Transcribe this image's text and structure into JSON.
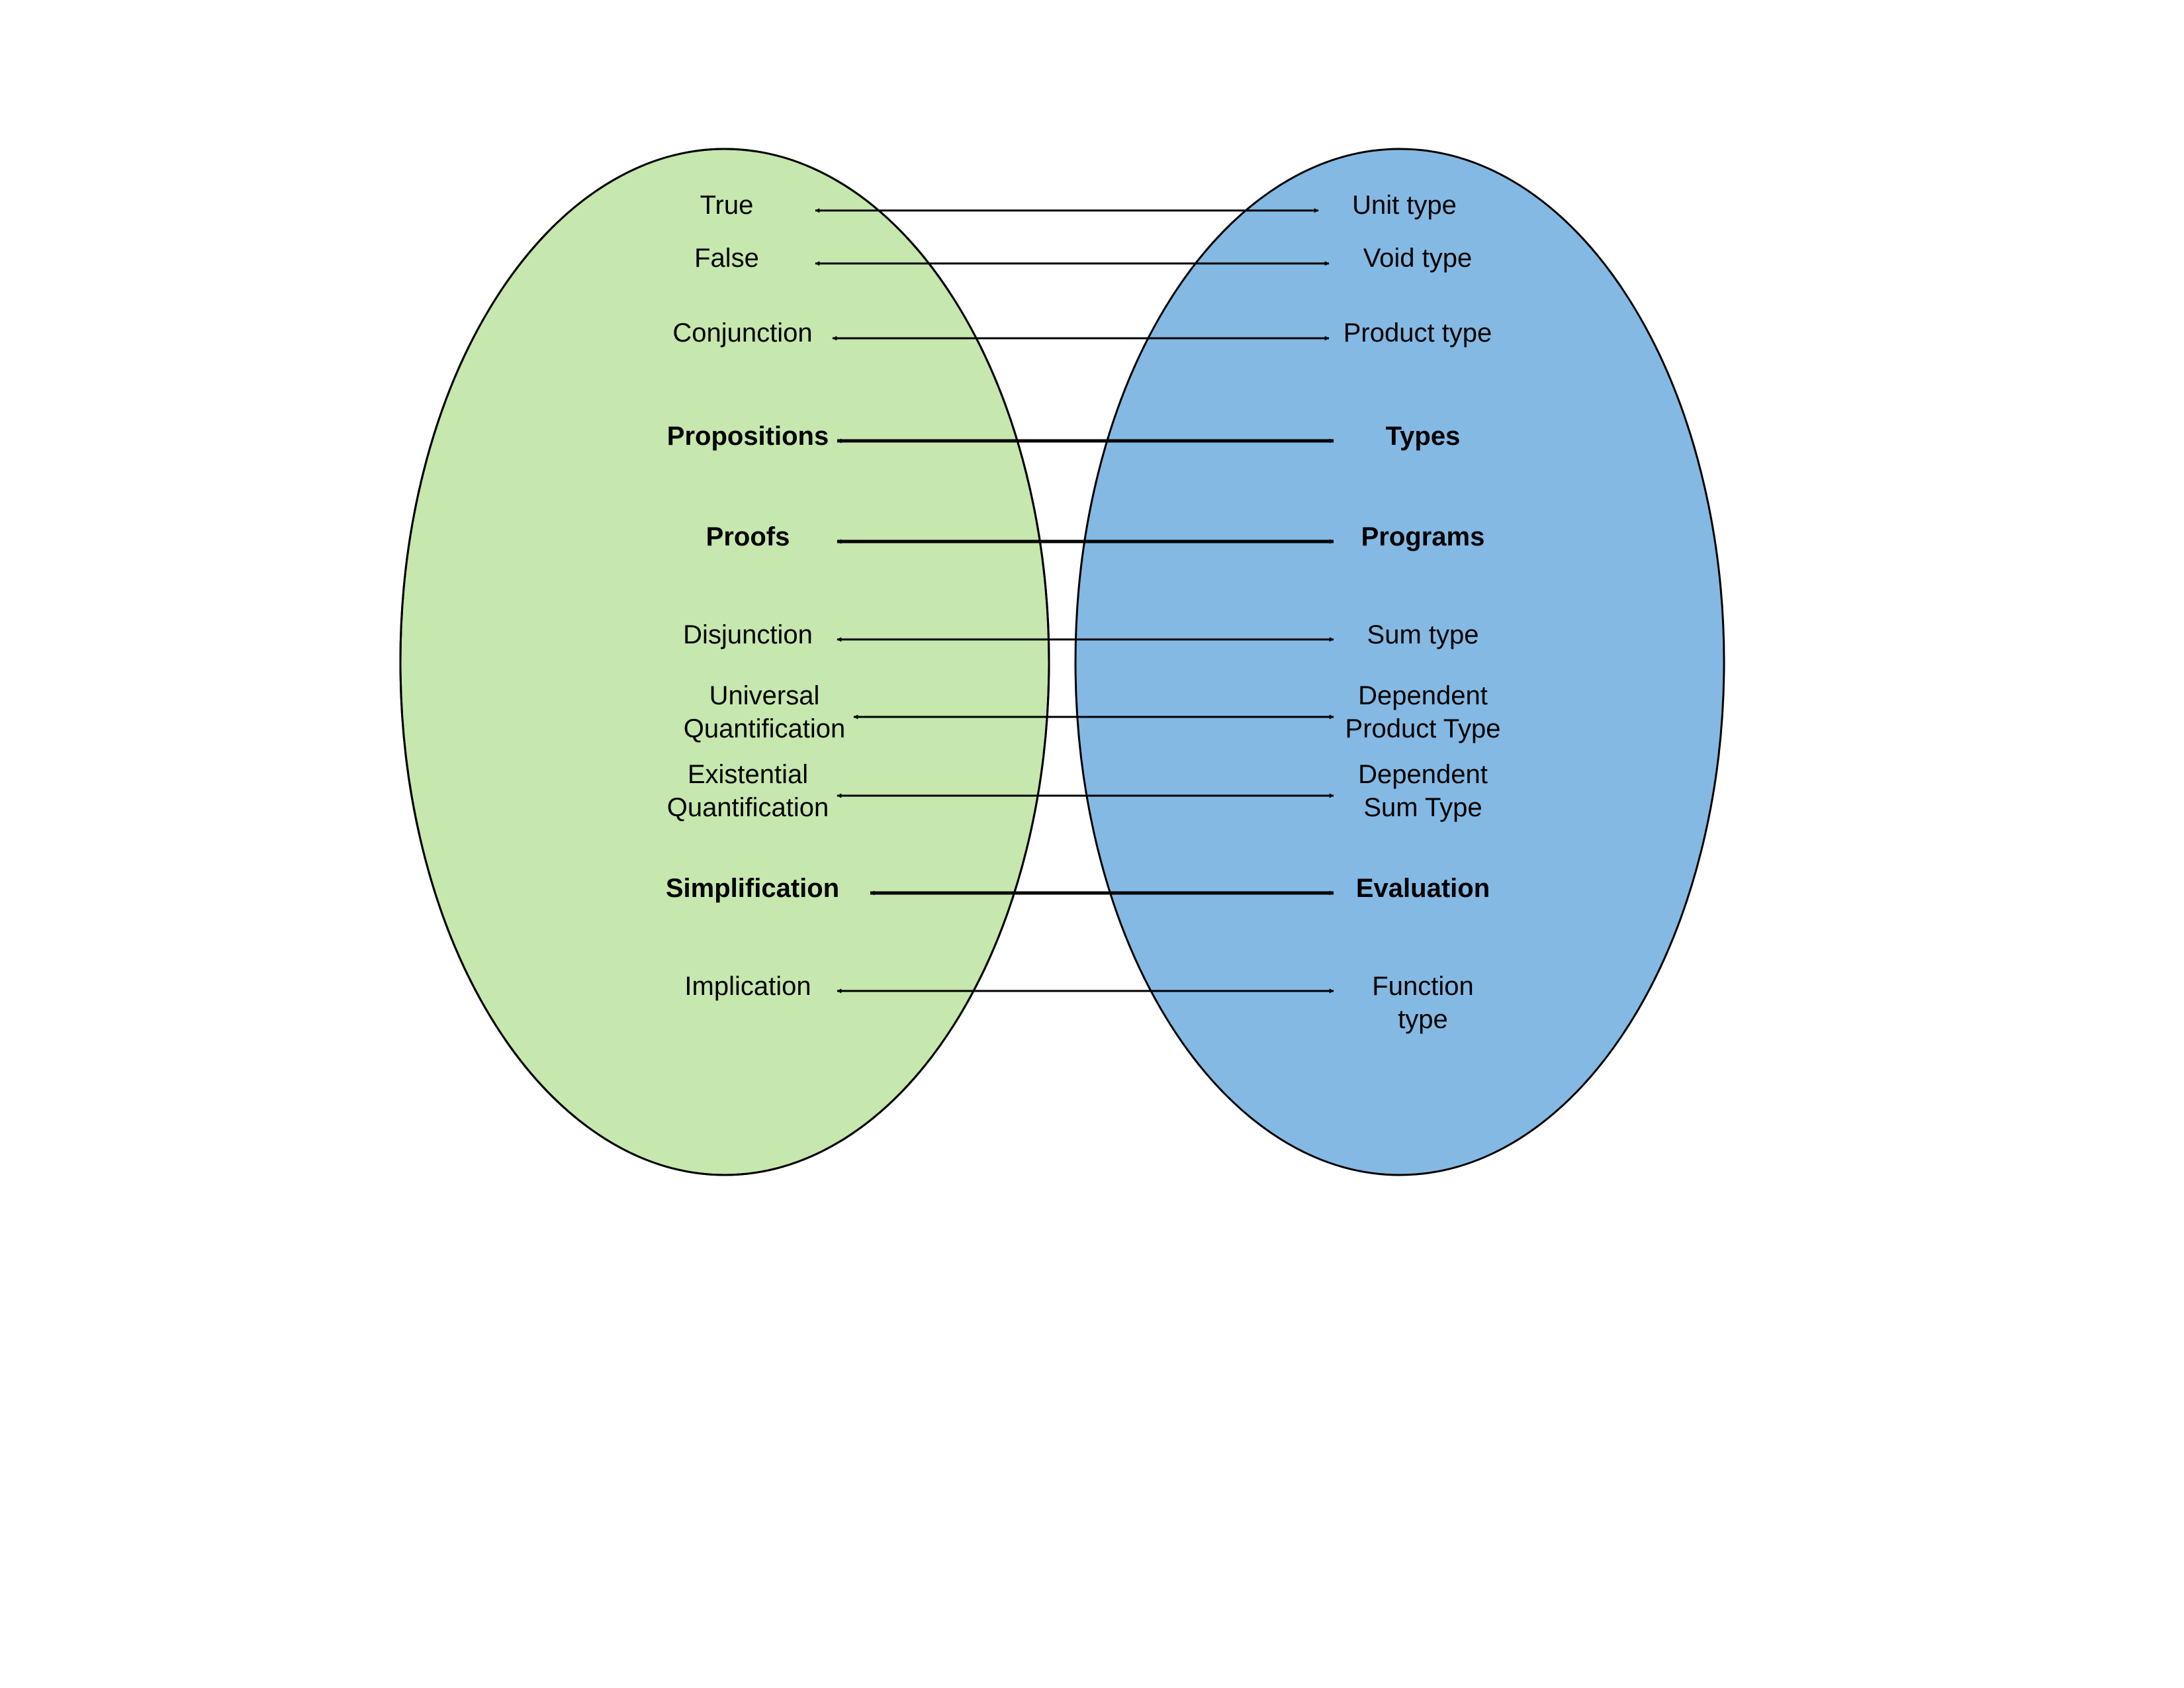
{
  "colors": {
    "logic_fill": "#C6E7AD",
    "types_fill": "#84B9E3",
    "stroke": "#000000",
    "background": "#FFFFFF"
  },
  "pairs": [
    {
      "logic": [
        "True"
      ],
      "types": [
        "Unit type"
      ],
      "bold": false
    },
    {
      "logic": [
        "False"
      ],
      "types": [
        "Void type"
      ],
      "bold": false
    },
    {
      "logic": [
        "Conjunction"
      ],
      "types": [
        "Product type"
      ],
      "bold": false
    },
    {
      "logic": [
        "Propositions"
      ],
      "types": [
        "Types"
      ],
      "bold": true
    },
    {
      "logic": [
        "Proofs"
      ],
      "types": [
        "Programs"
      ],
      "bold": true
    },
    {
      "logic": [
        "Disjunction"
      ],
      "types": [
        "Sum type"
      ],
      "bold": false
    },
    {
      "logic": [
        "Universal",
        "Quantification"
      ],
      "types": [
        "Dependent",
        "Product Type"
      ],
      "bold": false
    },
    {
      "logic": [
        "Existential",
        "Quantification"
      ],
      "types": [
        "Dependent",
        "Sum Type"
      ],
      "bold": false
    },
    {
      "logic": [
        "Simplification"
      ],
      "types": [
        "Evaluation"
      ],
      "bold": true
    },
    {
      "logic": [
        "Implication"
      ],
      "types": [
        "Function",
        "type"
      ],
      "bold": false
    }
  ]
}
